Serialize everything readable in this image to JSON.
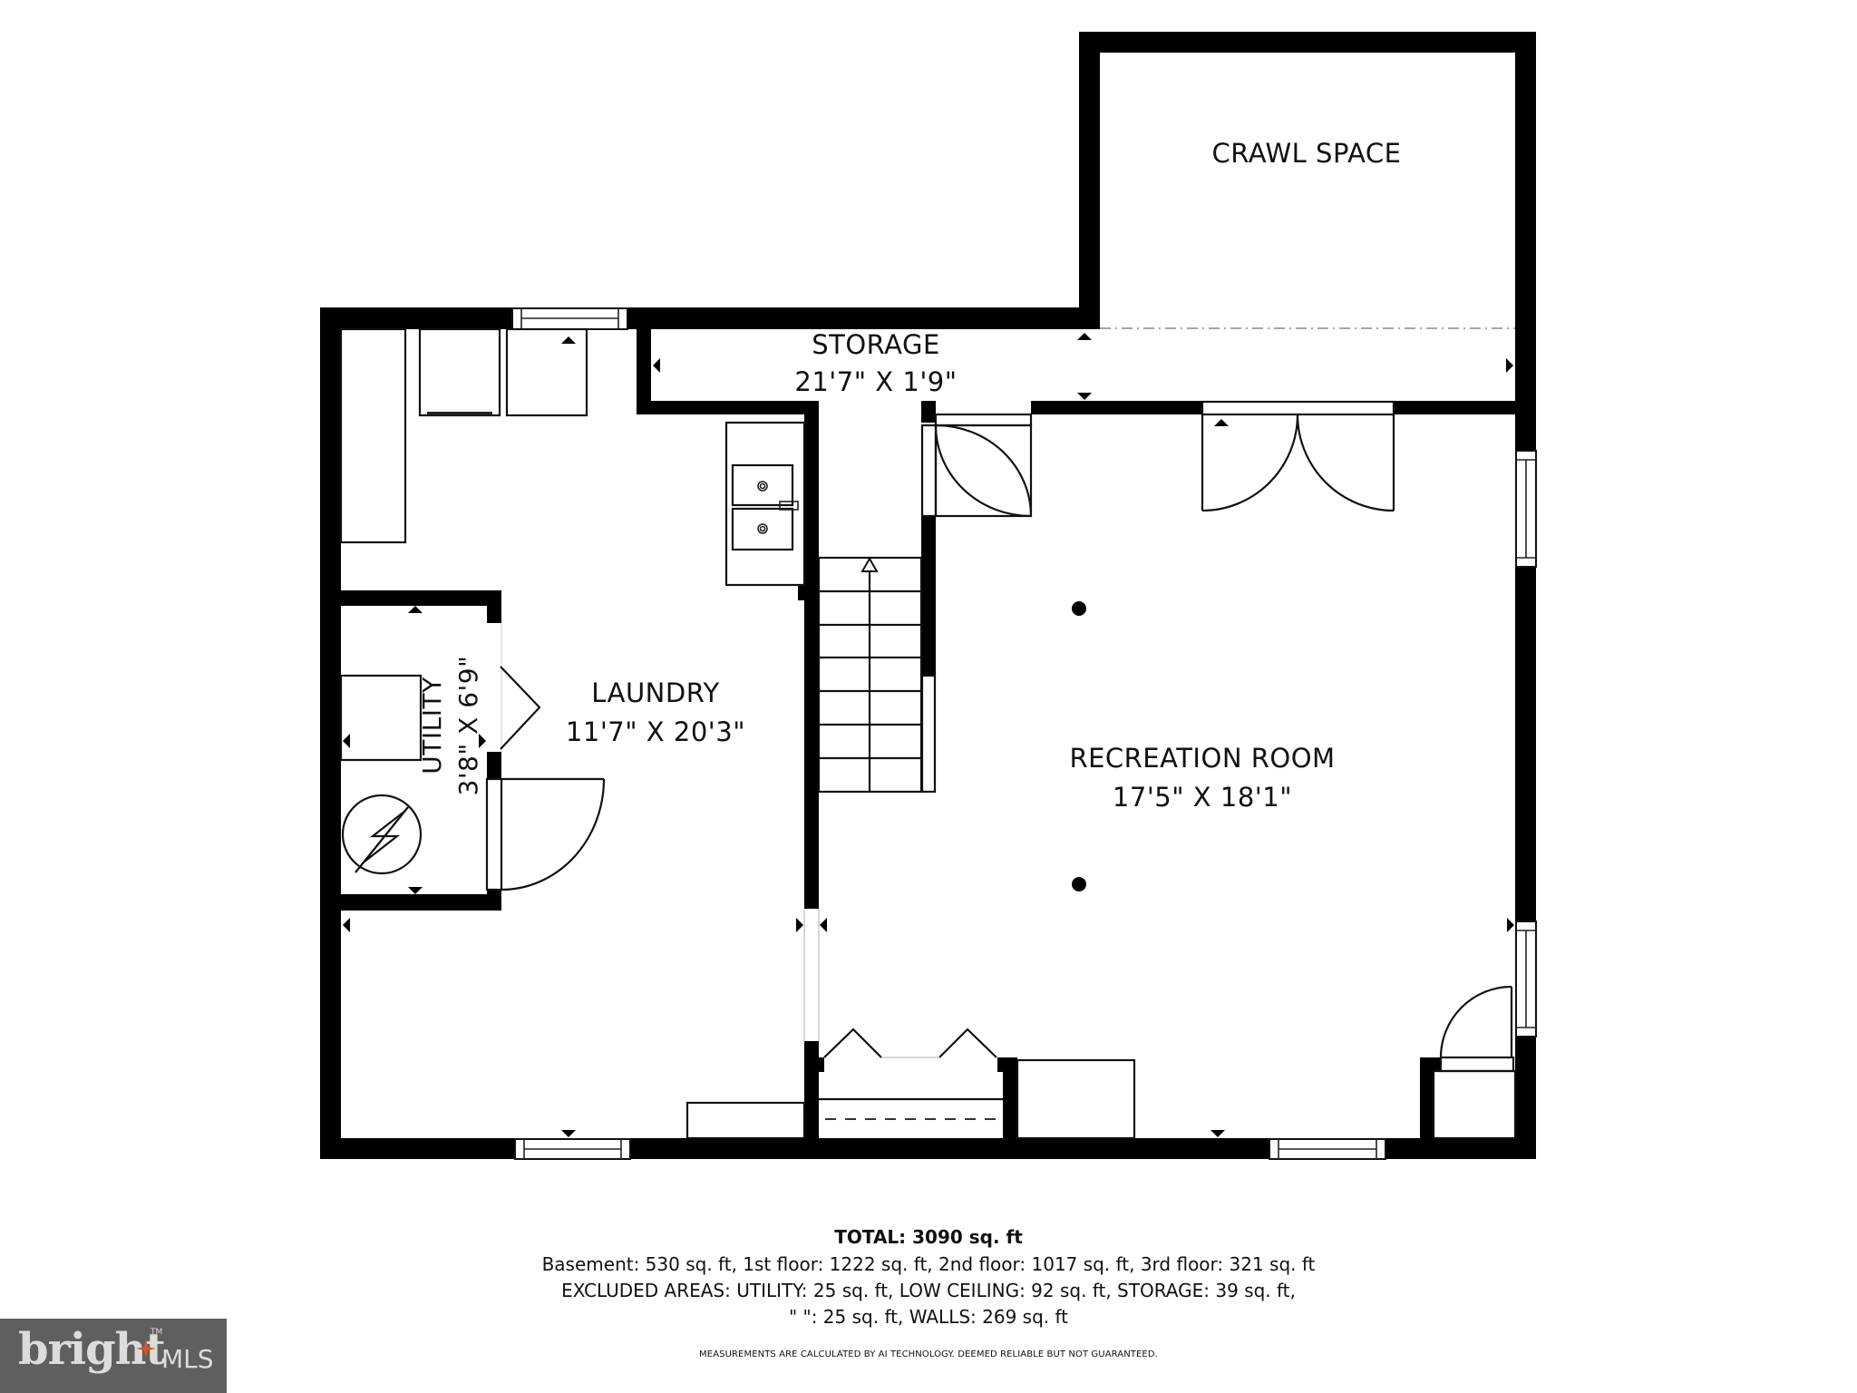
{
  "rooms": {
    "crawl_space": {
      "name": "CRAWL SPACE"
    },
    "storage": {
      "name": "STORAGE",
      "dimensions": "21'7\" X 1'9\""
    },
    "laundry": {
      "name": "LAUNDRY",
      "dimensions": "11'7\" X 20'3\""
    },
    "utility": {
      "name": "UTILITY",
      "dimensions": "3'8\" X 6'9\""
    },
    "recreation_room": {
      "name": "RECREATION ROOM",
      "dimensions": "17'5\" X 18'1\""
    }
  },
  "summary": {
    "total": "TOTAL: 3090 sq. ft",
    "floors": "Basement: 530 sq. ft, 1st floor: 1222 sq. ft, 2nd floor: 1017 sq. ft, 3rd floor: 321 sq. ft",
    "excluded_line1": "EXCLUDED AREAS: UTILITY: 25 sq. ft, LOW CEILING: 92 sq. ft, STORAGE: 39 sq. ft,",
    "excluded_line2": "\" \": 25 sq. ft, WALLS: 269 sq. ft",
    "disclaimer": "MEASUREMENTS ARE CALCULATED BY AI TECHNOLOGY. DEEMED RELIABLE BUT NOT GUARANTEED."
  },
  "logo": {
    "word": "bright",
    "suffix": "MLS",
    "tm": "TM",
    "bg_color": "#5f5f5f",
    "text_color": "#dcdcdc",
    "star_color": "#e0522e"
  },
  "colors": {
    "wall": "#000000",
    "background": "#ffffff"
  }
}
